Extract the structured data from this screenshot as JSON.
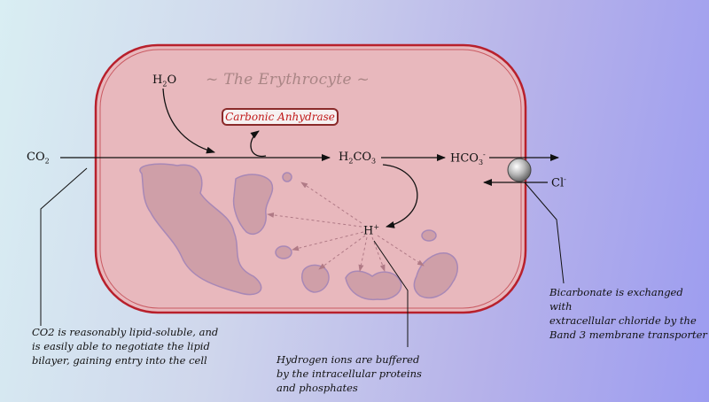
{
  "diagram": {
    "title": "~ The Erythrocyte ~",
    "enzyme_label": "Carbonic Anhydrase",
    "molecules": {
      "h2o": {
        "base": "H",
        "sub": "2",
        "rest": "O"
      },
      "co2": {
        "base": "CO",
        "sub": "2"
      },
      "h2co3": {
        "base": "H",
        "sub": "2",
        "rest": "CO",
        "sub2": "3"
      },
      "hco3": {
        "base": "HCO",
        "sub": "3",
        "sup": "-"
      },
      "cl": {
        "base": "Cl",
        "sup": "-"
      },
      "h_ion": {
        "base": "H",
        "sup": "+"
      }
    },
    "notes": {
      "co2_note": "CO2 is reasonably lipid-soluble, and\nis easily able to negotiate the lipid\nbilayer, gaining entry into the cell",
      "h_note": "Hydrogen ions are buffered\nby the intracellular proteins\nand phosphates",
      "band3_note": "Bicarbonate is exchanged with\nextracellular chloride by the\nBand 3 membrane transporter"
    },
    "colors": {
      "cell_fill": "#e8b8bd",
      "cell_border": "#b8202c",
      "enzyme_text": "#c01818",
      "protein_fill": "#cf9fa8"
    }
  }
}
